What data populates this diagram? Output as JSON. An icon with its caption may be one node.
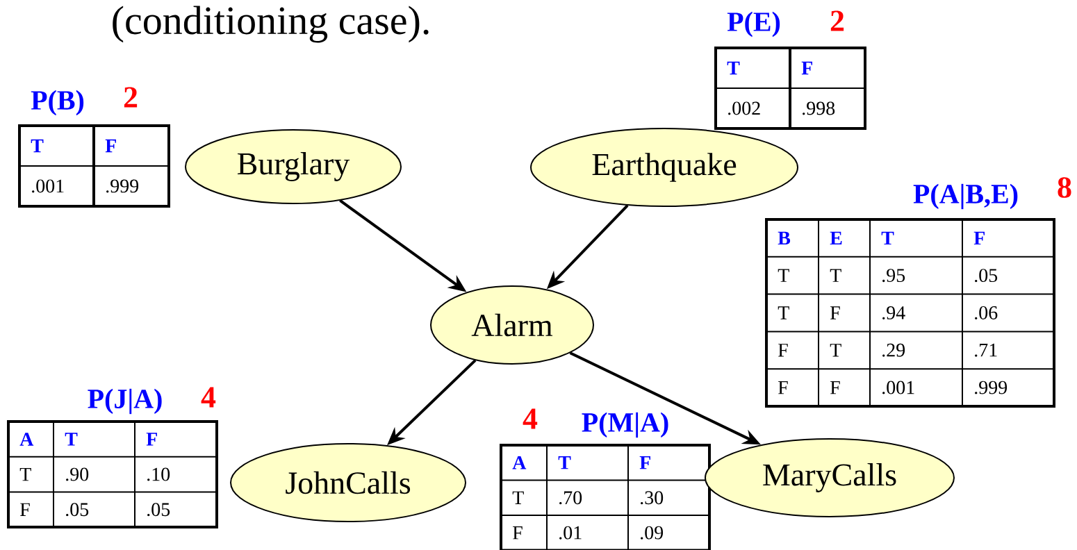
{
  "diagram": {
    "nodes": [
      {
        "text": [
          "Burglary"
        ]
      },
      {
        "text": [
          "Earthquake"
        ]
      },
      {
        "text": [
          "Alarm"
        ]
      },
      {
        "text": [
          "JohnCalls"
        ]
      },
      {
        "text": [
          "MaryCalls"
        ]
      },
      {
        "text": [
          "P(E)",
          "T",
          "F",
          ".002",
          ".998"
        ],
        "beside": [
          "2"
        ]
      },
      {
        "text": [
          "P(B)",
          "T",
          "F",
          ".001",
          ".999"
        ],
        "beside": [
          "2"
        ]
      },
      {
        "text": [
          "P(A|B,E)",
          "B",
          "E",
          "T",
          "F",
          "T",
          "T",
          ".95",
          ".05",
          "T",
          "F",
          ".94",
          ".06",
          "F",
          "T",
          ".29",
          ".71",
          "F",
          "F",
          ".001",
          ".999"
        ],
        "beside": [
          "8"
        ]
      },
      {
        "text": [
          "P(J|A)",
          "A",
          "T",
          "F",
          "T",
          ".90",
          ".10",
          "F",
          ".05",
          ".05"
        ],
        "beside": [
          "4"
        ]
      },
      {
        "text": [
          "P(M|A)",
          "A",
          "T",
          "F",
          "T",
          ".70",
          ".30",
          "F",
          ".01",
          ".09"
        ],
        "beside": [
          "4"
        ]
      }
    ],
    "edges": [
      {
        "from": 0,
        "to": 2,
        "arrow": "to"
      },
      {
        "from": 1,
        "to": 2,
        "arrow": "to"
      },
      {
        "from": 2,
        "to": 3,
        "arrow": "to"
      },
      {
        "from": 2,
        "to": 4,
        "arrow": "to"
      }
    ],
    "labels": [
      "(conditioning case)."
    ]
  }
}
